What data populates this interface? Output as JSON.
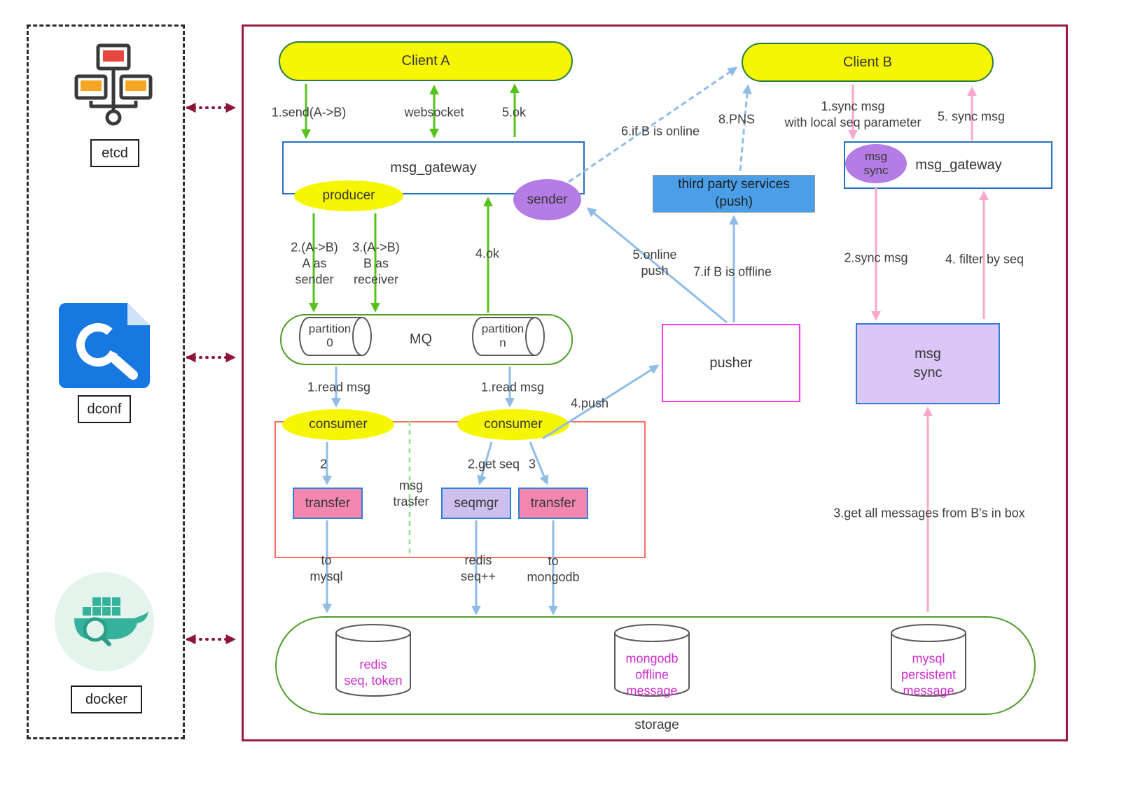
{
  "left_panel": {
    "etcd_label": "etcd",
    "dconf_label": "dconf",
    "docker_label": "docker"
  },
  "icons": {
    "etcd": "etcd-cluster-icon",
    "dconf": "dconf-wrench-icon",
    "docker": "docker-whale-icon"
  },
  "nodes": {
    "client_a": "Client A",
    "client_b": "Client B",
    "msg_gateway_left": "msg_gateway",
    "msg_gateway_right": "msg_gateway",
    "producer": "producer",
    "sender": "sender",
    "msg_sync_badge": "msg\nsync",
    "third_party": "third party services\n(push)",
    "mq": "MQ",
    "partition_0": "partition\n0",
    "partition_n": "partition\nn",
    "consumer_left": "consumer",
    "consumer_right": "consumer",
    "transfer_left": "transfer",
    "seqmgr": "seqmgr",
    "transfer_right": "transfer",
    "pusher": "pusher",
    "msg_sync_box": "msg\nsync",
    "redis": "redis\nseq, token",
    "mongodb": "mongodb\noffline\nmessage",
    "mysql": "mysql\npersistent\nmessage",
    "storage": "storage"
  },
  "labels": {
    "send_1": "1.send(A->B)",
    "websocket": "websocket",
    "ok_5": "5.ok",
    "a_as_sender": "2.(A->B)\nA as\nsender",
    "b_as_receiver": "3.(A->B)\nB as\nreceiver",
    "ok_4": "4.ok",
    "if_b_online": "6.if B is online",
    "pns": "8.PNS",
    "sync_msg_1": "1.sync msg\nwith local seq parameter",
    "sync_msg_5": "5. sync msg",
    "online_push": "5.online\npush",
    "if_b_offline": "7.if B is offline",
    "sync_msg_2": "2.sync msg",
    "filter_by_seq": "4. filter by seq",
    "read_msg_left": "1.read msg",
    "read_msg_right": "1.read msg",
    "push_4": "4.push",
    "step_2": "2",
    "get_seq": "2.get seq",
    "step_3": "3",
    "msg_trasfer": "msg\ntrasfer",
    "to_mysql": "to\nmysql",
    "redis_seq": "redis\nseq++",
    "to_mongodb": "to\nmongodb",
    "get_all_messages": "3.get all messages from B's in box"
  },
  "colors": {
    "node_yellow": "#f6f600",
    "node_purple": "#b47ce4",
    "light_purple_fill": "#dcc6f8",
    "seqmgr_fill": "#cdc0ee",
    "pink_fill": "#f487b0",
    "blue_fill": "#4b9fe8",
    "green_arrow": "#56c21c",
    "blue_arrow": "#90bce8",
    "pink_arrow": "#f8a8cc",
    "maroon": "#8c1538",
    "green_border": "#4f9d2b",
    "blue_border": "#2471c0",
    "client_border": "#2a7d46",
    "magenta_border": "#fb3be8",
    "red_border": "#fb6d60",
    "magenta_text": "#cc2ccc",
    "main_frame": "#9c1b40"
  }
}
